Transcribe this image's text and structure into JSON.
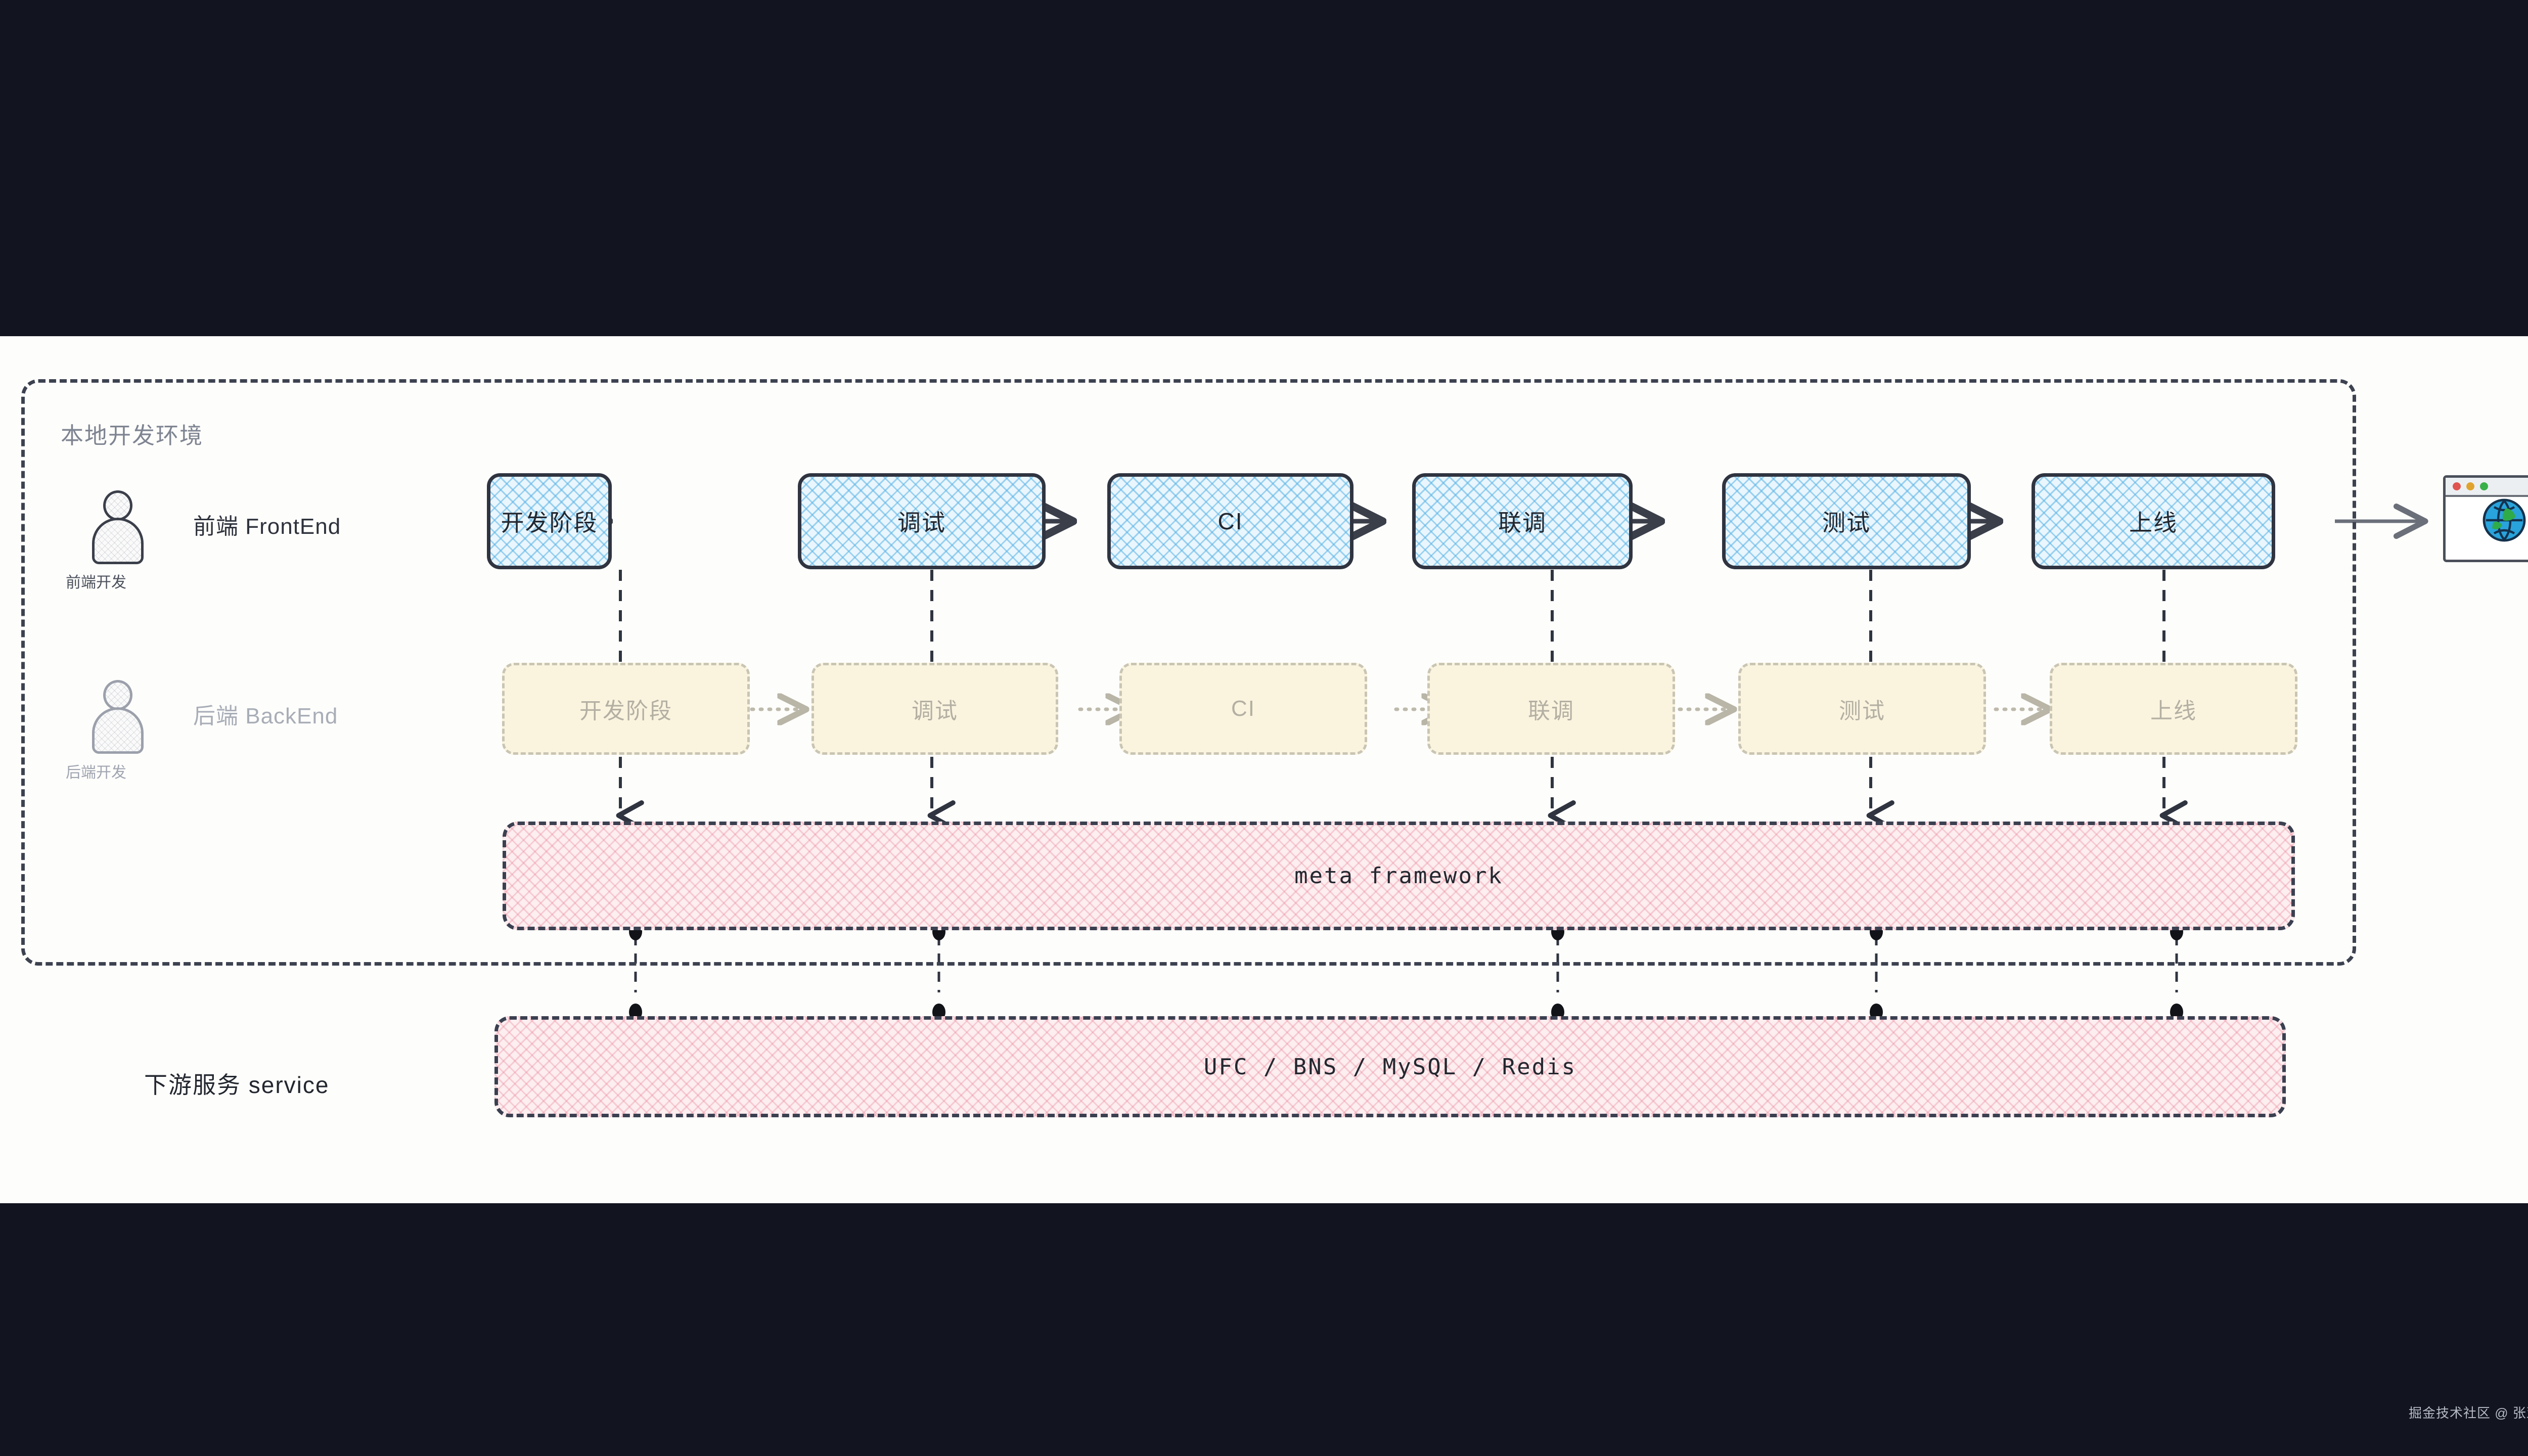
{
  "canvas": {
    "background": "#fdfdfb",
    "letterbox_color": "#12151f"
  },
  "env_container": {
    "label": "本地开发环境",
    "border_style": "dashed",
    "border_color": "#3d4250"
  },
  "roles": [
    {
      "id": "frontend",
      "title": "前端 FrontEnd",
      "avatar_caption": "前端开发",
      "state": "active"
    },
    {
      "id": "backend",
      "title": "后端 BackEnd",
      "avatar_caption": "后端开发",
      "state": "faded"
    }
  ],
  "frontend_pipeline": {
    "accent": "#56b2e6",
    "fill": "#eaf6fd",
    "border": "#2f3440",
    "stages": [
      {
        "label": "开发阶段"
      },
      {
        "label": "调试"
      },
      {
        "label": "CI"
      },
      {
        "label": "联调"
      },
      {
        "label": "测试"
      },
      {
        "label": "上线"
      }
    ]
  },
  "backend_pipeline": {
    "fill": "#faf4df",
    "border": "#c9c5b4",
    "text_color": "#b3afa2",
    "stages": [
      {
        "label": "开发阶段"
      },
      {
        "label": "调试"
      },
      {
        "label": "CI"
      },
      {
        "label": "联调"
      },
      {
        "label": "测试"
      },
      {
        "label": "上线"
      }
    ]
  },
  "meta_framework_bar": {
    "label": "meta framework",
    "fill": "#fdeef0",
    "accent": "#e6788c"
  },
  "service_section": {
    "label": "下游服务 service",
    "bar_label": "UFC / BNS / MySQL / Redis",
    "fill": "#fdeef0",
    "accent": "#e6788c"
  },
  "output": {
    "icon": "browser-window-globe",
    "traffic_lights": [
      "#e0534e",
      "#e0a32e",
      "#3ab04a"
    ],
    "globe_land": "#2fab4a",
    "globe_sea": "#29a3dc"
  },
  "watermark": {
    "text": "掘金技术社区 @ 张亚涛"
  }
}
